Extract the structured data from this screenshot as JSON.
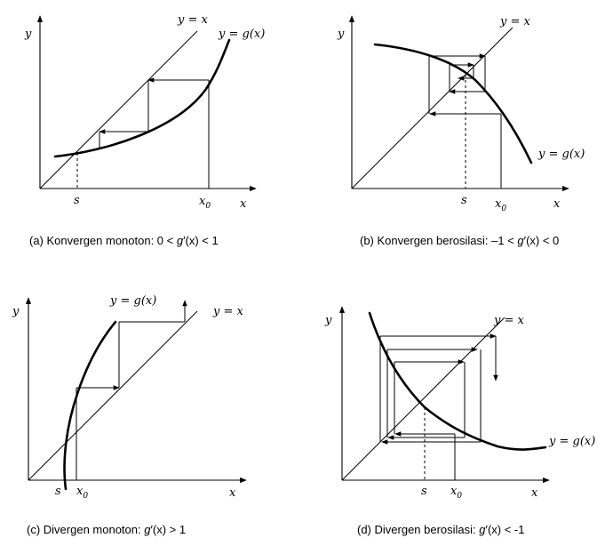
{
  "panels": [
    {
      "id": "a",
      "y_axis": "y",
      "x_axis": "x",
      "line_label": "y = x",
      "curve_label": "y = g(x)",
      "s_label": "s",
      "x0_main": "x",
      "x0_sub": "0",
      "caption_prefix": "(a)  Konvergen monoton: 0 < ",
      "caption_g": "g",
      "caption_rest": "′(x) < 1"
    },
    {
      "id": "b",
      "y_axis": "y",
      "x_axis": "x",
      "line_label": "y = x",
      "curve_label": "y = g(x)",
      "s_label": "s",
      "x0_main": "x",
      "x0_sub": "0",
      "caption_prefix": "(b) Konvergen berosilasi: –1 < ",
      "caption_g": "g",
      "caption_rest": "′(x) < 0"
    },
    {
      "id": "c",
      "y_axis": "y",
      "x_axis": "x",
      "line_label": "y = x",
      "curve_label": "y = g(x)",
      "s_label": "s",
      "x0_main": "x",
      "x0_sub": "0",
      "caption_prefix": "(c)  Divergen monoton: ",
      "caption_g": "g",
      "caption_rest": "′(x) > 1"
    },
    {
      "id": "d",
      "y_axis": "y",
      "x_axis": "x",
      "line_label": "y = x",
      "curve_label": "y = g(x)",
      "s_label": "s",
      "x0_main": "x",
      "x0_sub": "0",
      "caption_prefix": "(d) Divergen berosilasi:  ",
      "caption_g": "g",
      "caption_rest": "′(x) < -1"
    }
  ]
}
